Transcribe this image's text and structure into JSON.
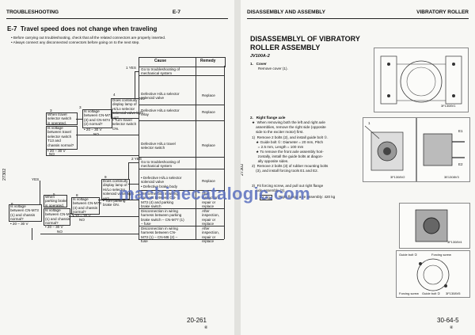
{
  "left": {
    "header_left": "TROUBLESHOOTING",
    "header_right": "E-7",
    "section_title": "E-7  Travel speed does not change when traveling",
    "bullets": [
      "Before carrying out troubleshooting, check that all the related connectors are properly inserted.",
      "Always connect any disconnected connectors before going on to the next step."
    ],
    "col_cause": "Cause",
    "col_remedy": "Remedy",
    "side_code": "27302",
    "q1": "When travel\nselector switch\nis operated,",
    "q2": "Is voltage\nbetween travel\nselector switch\nT13 and\nchassis normal?",
    "q2b": "• 20 – 30 V",
    "q3": "Is voltage\nbetween CN-M73\n(3) and CN-M74\n(2) normal?",
    "q3b": "• 20 – 30 V",
    "q4": "Does continuity\ndisplay lamp of\nHi/Lo selector\nsolenoid valve light\nup?",
    "q4b": "• Turn travel\nselector switch\nON.",
    "q5": "When\nparking brake\nis operated,",
    "q6": "Is voltage\nbetween CN-M73\n(1) and chassis\nnormal?",
    "q6b": "• 20 – 30 V",
    "q7": "Is voltage\nbetween CN-M77\n(1) and chassis\nnormal?",
    "q7b": "• 20 – 30 V",
    "q8": "Is voltage\nbetween CN-M73\n(4) and chassis\nnormal?",
    "q8b": "• 20 – 30 V",
    "q9": "Does continuity\ndisplay lamp of\nHi/Lo selector\nsolenoid valve light\nup?",
    "q9b": "• Turn parking\nbrake ON.",
    "causes_top": [
      {
        "cause": "Go to troubleshooting of\nmechanical system",
        "remedy": ""
      },
      {
        "cause": "Defective Hi/Lo selector\nsolenoid valve",
        "remedy": "Replace"
      },
      {
        "cause": "Defective Hi/Lo selector\nrelay",
        "remedy": "Replace"
      },
      {
        "cause": "Defective Hi/Lo travel\nselector switch",
        "remedy": "Replace"
      }
    ],
    "causes_bottom": [
      {
        "cause": "Go to troubleshooting of\nmechanical system",
        "remedy": ""
      },
      {
        "cause": "• Defective Hi/Lo selector\nsolenoid valve\n• Defective brake body",
        "remedy": "Replace"
      },
      {
        "cause": "Disconnection in wiring\nharness between CN-\nM73 (4) and parking\nbrake switch",
        "remedy": "After\ninspection,\nrepair or\nreplace"
      },
      {
        "cause": "Disconnection in wiring\nharness between parking\nbrake switch – CN-M77 (1)\n– fuse",
        "remedy": "After\ninspection,\nrepair or\nreplace"
      },
      {
        "cause": "Disconnection in wiring\nharness between CN-\nM73 (1) – CN-M6 (2) –\nfuse",
        "remedy": "After\ninspection,\nrepair or\nreplace"
      }
    ],
    "codes": [
      "1 YES",
      "2 YES",
      "3",
      "4",
      "5",
      "6",
      "7",
      "8",
      "9"
    ],
    "yes": "YES",
    "no": "NO",
    "page_number": "20-261",
    "page_sub": "⑥"
  },
  "right": {
    "header_left": "DISASSEMBLY AND ASSEMBLY",
    "header_right": "VIBRATORY ROLLER",
    "title_line1": "DISASSEMBLYL OF VIBRATORY",
    "title_line2": "ROLLER ASSEMBLY",
    "model": "JV100A-2",
    "step1_title": "1.   Cover",
    "step1_text": "Remove cover (1).",
    "step2_title": "2.   Right flange axle",
    "step2_lines": [
      "★  When removing both the left and right axle",
      "    assemblies, remove the right side (opposite",
      "    side to the exciter motor) first.",
      "1)  Remove 2 bolts (2), and install guide bolt ①.",
      "    ★ Guide bolt ①: Diameter = 20 mm, Pitch",
      "      = 2.5 mm, Length = 100 mm",
      "    ★ To remove the front axle assembly hori-",
      "      zontally, install the guide bolts at diagon-",
      "      ally opposite sides.",
      "2)  Remove 2 bolts (3) of rubber mounting bolts",
      "    (3), and install forcing tools E1 and E2."
    ],
    "step3_lines": [
      "3)  Fit forcing screw, and pull out right flange",
      "    axle assembly (3)."
    ],
    "weight_tag": "4  kg",
    "weight_text": "Right flange axle assembly: 420 kg",
    "fig_codes": [
      "3F1308V1",
      "3F1308V2",
      "3E1308V3",
      "3F1308V4",
      "3F1308V5"
    ],
    "fig_labels": [
      "Guide bolt ①",
      "Forcing screw",
      "Forcing screw",
      "Guide bolt ①",
      "E1",
      "E2"
    ],
    "side_code": "27302",
    "page_number": "30-64-5",
    "page_sub": "⑥"
  },
  "watermark": "machinecatalogic.com"
}
